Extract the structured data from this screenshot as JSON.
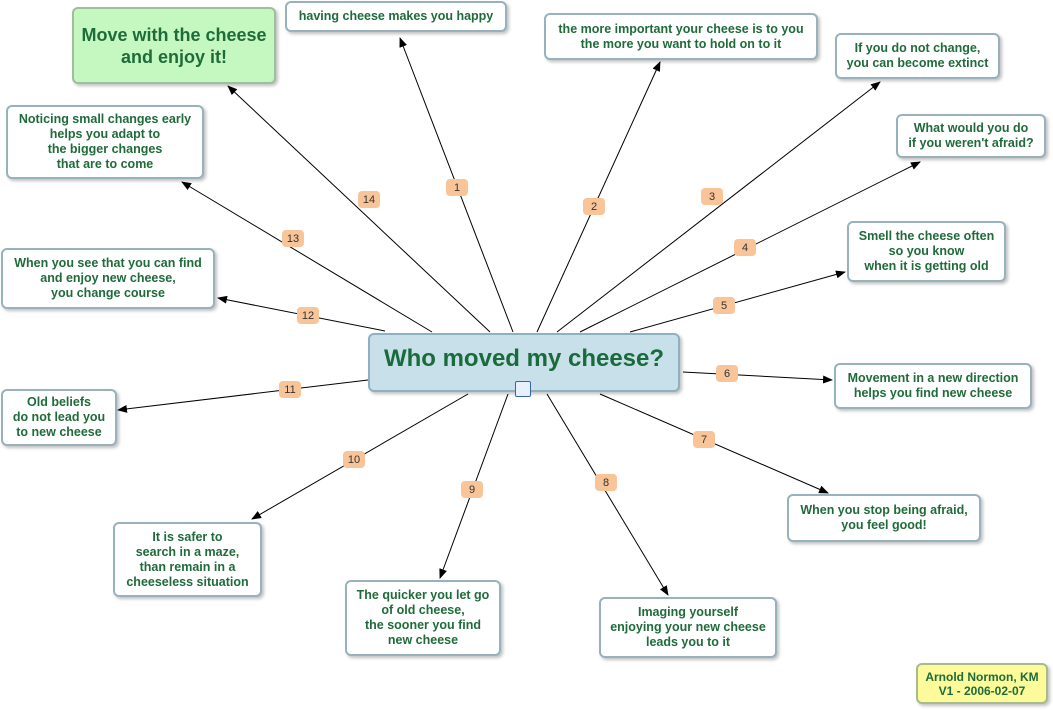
{
  "center": "Who moved my cheese?",
  "goal": "Move with the cheese\nand enjoy it!",
  "footer": "Arnold Normon, KM\nV1 - 2006-02-07",
  "branches": [
    {
      "n": "1",
      "text": "having cheese makes you happy"
    },
    {
      "n": "2",
      "text": "the more important your cheese is to you\nthe more you want to hold on to it"
    },
    {
      "n": "3",
      "text": "If you do not change,\nyou can become extinct"
    },
    {
      "n": "4",
      "text": "What would you do\nif you weren't afraid?"
    },
    {
      "n": "5",
      "text": "Smell the cheese often\nso you know\nwhen it is getting old"
    },
    {
      "n": "6",
      "text": "Movement in a new direction\nhelps you find new cheese"
    },
    {
      "n": "7",
      "text": "When you stop being afraid,\nyou feel good!"
    },
    {
      "n": "8",
      "text": "Imaging yourself\nenjoying your new cheese\nleads you to it"
    },
    {
      "n": "9",
      "text": "The quicker you let go\nof old cheese,\nthe sooner you find\nnew cheese"
    },
    {
      "n": "10",
      "text": "It is safer to\nsearch in a maze,\nthan remain in a\ncheeseless situation"
    },
    {
      "n": "11",
      "text": "Old beliefs\ndo not lead you\nto new cheese"
    },
    {
      "n": "12",
      "text": "When you see that you can find\nand enjoy new cheese,\nyou change course"
    },
    {
      "n": "13",
      "text": "Noticing small changes early\nhelps you adapt to\nthe bigger changes\nthat are to come"
    },
    {
      "n": "14",
      "text": ""
    }
  ]
}
